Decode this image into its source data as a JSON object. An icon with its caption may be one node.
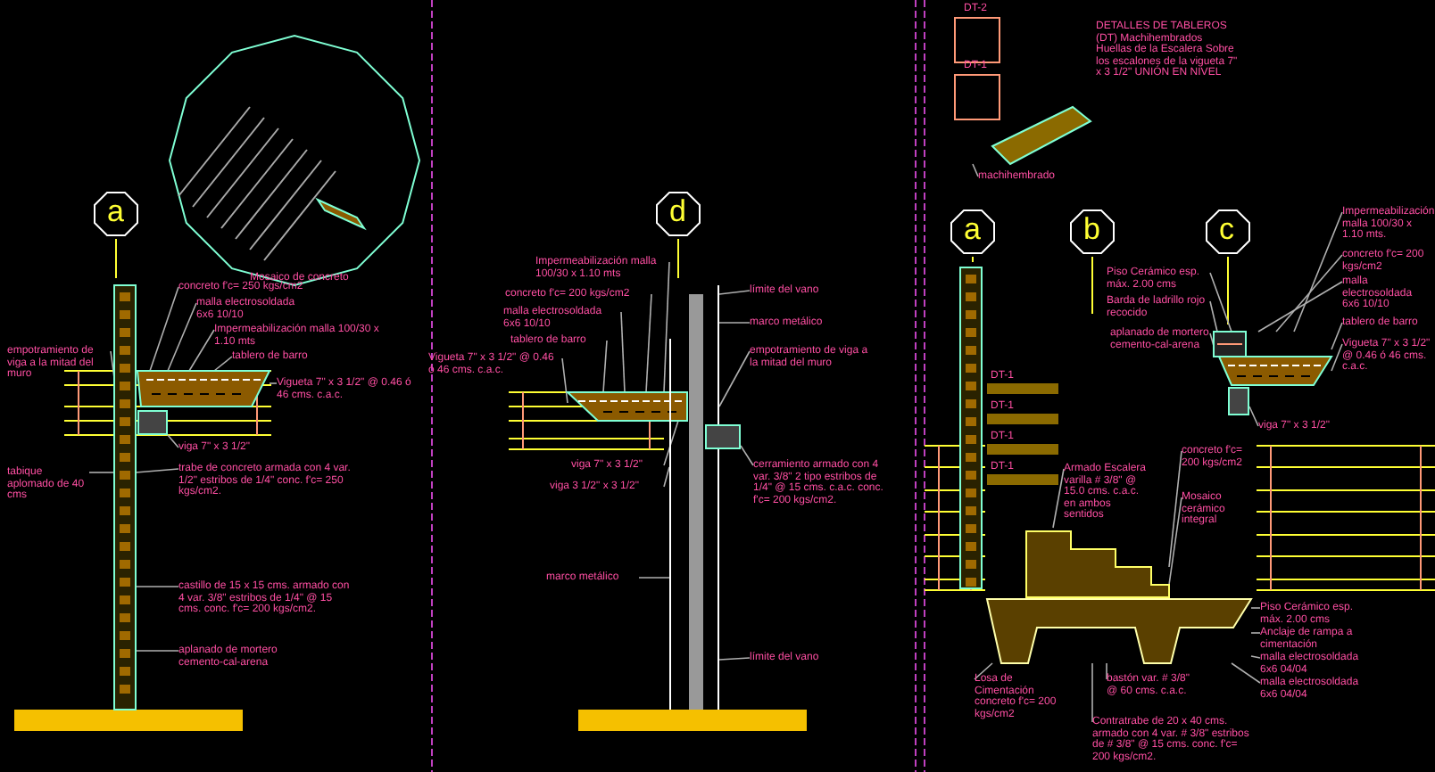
{
  "diagram": {
    "nodes": [
      {
        "text": [
          "a"
        ]
      },
      {
        "text": [
          "concreto f'c= 250 kgs/cm2"
        ]
      },
      {
        "text": [
          "malla electrosoldada 6x6 10/10"
        ]
      },
      {
        "text": [
          "Impermeabilización malla 100/30 x 1.10 mts"
        ]
      },
      {
        "text": [
          "empotramiento de viga a la mitad del muro"
        ]
      },
      {
        "text": [
          "tablero de barro"
        ]
      },
      {
        "text": [
          "Vigueta 7\" x 3 1/2\" @ 0.46 ó 46 cms. c.a.c."
        ]
      },
      {
        "text": [
          "viga 7\" x 3 1/2\""
        ]
      },
      {
        "text": [
          "tabique aplomado de 40 cms"
        ]
      },
      {
        "text": [
          "trabe de concreto armada con 4 var. 1/2\" estribos de 1/4\" conc. f'c= 250 kgs/cm2."
        ]
      },
      {
        "text": [
          "castillo de 15 x 15 cms. armado con 4 var. 3/8\" estribos de 1/4\" @ 15 cms. conc. f'c= 200 kgs/cm2."
        ]
      },
      {
        "text": [
          "aplanado de mortero cemento-cal-arena"
        ]
      },
      {
        "text": [
          "d"
        ]
      },
      {
        "text": [
          "Impermeabilización malla 100/30 x 1.10 mts"
        ]
      },
      {
        "text": [
          "concreto f'c= 200 kgs/cm2"
        ]
      },
      {
        "text": [
          "malla electrosoldada 6x6 10/10"
        ]
      },
      {
        "text": [
          "tablero de barro"
        ]
      },
      {
        "text": [
          "Vigueta 7\" x 3 1/2\" @ 0.46 ó 46 cms. c.a.c."
        ]
      },
      {
        "text": [
          "límite del vano"
        ]
      },
      {
        "text": [
          "marco metálico"
        ]
      },
      {
        "text": [
          "empotramiento de viga a la mitad del muro"
        ]
      },
      {
        "text": [
          "viga 7\" x 3 1/2\""
        ]
      },
      {
        "text": [
          "viga 3 1/2\" x 3 1/2\""
        ]
      },
      {
        "text": [
          "cerramiento armado con 4 var. 3/8\" 2 tipo estribos de 1/4\" @ 15 cms. c.a.c. conc. f'c= 200 kgs/cm2."
        ]
      },
      {
        "text": [
          "marco metálico"
        ]
      },
      {
        "text": [
          "límite del vano"
        ]
      },
      {
        "text": [
          "a"
        ]
      },
      {
        "text": [
          "b"
        ]
      },
      {
        "text": [
          "c"
        ]
      },
      {
        "text": [
          "machihembrado"
        ]
      },
      {
        "text": [
          "Impermeabilización malla 100/30 x 1.10 mts."
        ]
      },
      {
        "text": [
          "Piso Cerámico esp. máx. 2.00 cms"
        ]
      },
      {
        "text": [
          "concreto f'c= 200 kgs/cm2"
        ]
      },
      {
        "text": [
          "Barda de ladrillo rojo recocido"
        ]
      },
      {
        "text": [
          "malla electrosoldada 6x6 10/10"
        ]
      },
      {
        "text": [
          "aplanado de mortero cemento-cal-arena"
        ]
      },
      {
        "text": [
          "tablero de barro"
        ]
      },
      {
        "text": [
          "Vigueta 7\" x 3 1/2\" @ 0.46 ó 46 cms. c.a.c."
        ]
      },
      {
        "text": [
          "viga 7\" x 3 1/2\""
        ]
      },
      {
        "text": [
          "Mosaico cerámico integral"
        ]
      },
      {
        "text": [
          "Armado Escalera varilla # 3/8\" @ 15.0 cms. c.a.c. en ambos sentidos"
        ]
      },
      {
        "text": [
          "concreto f'c= 200 kgs/cm2"
        ]
      },
      {
        "text": [
          "Piso Cerámico esp. máx. 2.00 cms"
        ]
      },
      {
        "text": [
          "Anclaje de rampa a cimentación"
        ]
      },
      {
        "text": [
          "malla electrosoldada 6x6 04/04"
        ]
      },
      {
        "text": [
          "malla electrosoldada 6x6 04/04"
        ]
      },
      {
        "text": [
          "bastón var. # 3/8\" @ 60 cms. c.a.c."
        ]
      },
      {
        "text": [
          "Losa de Cimentación concreto f'c= 200 kgs/cm2"
        ]
      },
      {
        "text": [
          "Contratrabe de 20 x 40 cms. armado con 4 var. # 3/8\" estribos de # 3/8\" @ 15 cms. conc. f'c= 200 kgs/cm2."
        ]
      },
      {
        "text": [],
        "shape": "picture"
      },
      {
        "text": [],
        "shape": "picture"
      },
      {
        "text": [],
        "shape": "box"
      },
      {
        "text": [],
        "shape": "picture"
      },
      {
        "text": [],
        "shape": "picture"
      },
      {
        "text": [],
        "shape": "box"
      },
      {
        "text": [],
        "shape": "picture"
      },
      {
        "text": [],
        "shape": "picture"
      },
      {
        "text": [],
        "shape": "picture"
      },
      {
        "text": [],
        "shape": "picture"
      },
      {
        "text": [],
        "shape": "picture"
      },
      {
        "text": [],
        "shape": "box"
      }
    ],
    "edges": [
      {
        "from": 1,
        "to": 50,
        "arrow": "none"
      },
      {
        "from": 2,
        "to": 50,
        "arrow": "none"
      },
      {
        "from": 3,
        "to": 50,
        "arrow": "none"
      },
      {
        "from": 4,
        "to": 49,
        "arrow": "none"
      },
      {
        "from": 5,
        "to": 50,
        "arrow": "none"
      },
      {
        "from": 6,
        "to": 50,
        "arrow": "none"
      },
      {
        "from": 7,
        "to": 51,
        "arrow": "none"
      },
      {
        "from": 8,
        "to": 49,
        "arrow": "none"
      },
      {
        "from": 9,
        "to": 49,
        "arrow": "none"
      },
      {
        "from": 10,
        "to": 49,
        "arrow": "none"
      },
      {
        "from": 11,
        "to": 49,
        "arrow": "none"
      },
      {
        "from": 13,
        "to": 52,
        "arrow": "none"
      },
      {
        "from": 14,
        "to": 52,
        "arrow": "none"
      },
      {
        "from": 15,
        "to": 52,
        "arrow": "none"
      },
      {
        "from": 16,
        "to": 52,
        "arrow": "none"
      },
      {
        "from": 17,
        "to": 52,
        "arrow": "none"
      },
      {
        "from": 18,
        "to": 53,
        "arrow": "none"
      },
      {
        "from": 19,
        "to": 53,
        "arrow": "none"
      },
      {
        "from": 20,
        "to": 53,
        "arrow": "none"
      },
      {
        "from": 21,
        "to": 52,
        "arrow": "none"
      },
      {
        "from": 22,
        "to": 53,
        "arrow": "none"
      },
      {
        "from": 23,
        "to": 54,
        "arrow": "none"
      },
      {
        "from": 24,
        "to": 53,
        "arrow": "none"
      },
      {
        "from": 25,
        "to": 53,
        "arrow": "none"
      },
      {
        "from": 29,
        "to": 59,
        "arrow": "none"
      },
      {
        "from": 30,
        "to": 56,
        "arrow": "none"
      },
      {
        "from": 31,
        "to": 56,
        "arrow": "none"
      },
      {
        "from": 32,
        "to": 56,
        "arrow": "none"
      },
      {
        "from": 33,
        "to": 56,
        "arrow": "none"
      },
      {
        "from": 34,
        "to": 56,
        "arrow": "none"
      },
      {
        "from": 35,
        "to": 56,
        "arrow": "none"
      },
      {
        "from": 36,
        "to": 56,
        "arrow": "none"
      },
      {
        "from": 37,
        "to": 56,
        "arrow": "none"
      },
      {
        "from": 38,
        "to": 60,
        "arrow": "none"
      },
      {
        "from": 39,
        "to": 57,
        "arrow": "none"
      },
      {
        "from": 40,
        "to": 57,
        "arrow": "none"
      },
      {
        "from": 41,
        "to": 57,
        "arrow": "none"
      },
      {
        "from": 42,
        "to": 58,
        "arrow": "none"
      },
      {
        "from": 43,
        "to": 58,
        "arrow": "none"
      },
      {
        "from": 44,
        "to": 58,
        "arrow": "none"
      },
      {
        "from": 45,
        "to": 58,
        "arrow": "none"
      },
      {
        "from": 46,
        "to": 58,
        "arrow": "none"
      },
      {
        "from": 47,
        "to": 58,
        "arrow": "none"
      },
      {
        "from": 48,
        "to": 58,
        "arrow": "none"
      }
    ],
    "labels": [
      "DETALLES DE TABLEROS (DT) Machihembrados Huellas de la Escalera Sobre los escalones de la vigueta 7\" x 3 1/2\" UNIÓN EN NIVEL",
      "DT-2",
      "DT-1",
      "Mosaico de concreto",
      "DT-1",
      "DT-1",
      "DT-1",
      "DT-1"
    ]
  }
}
